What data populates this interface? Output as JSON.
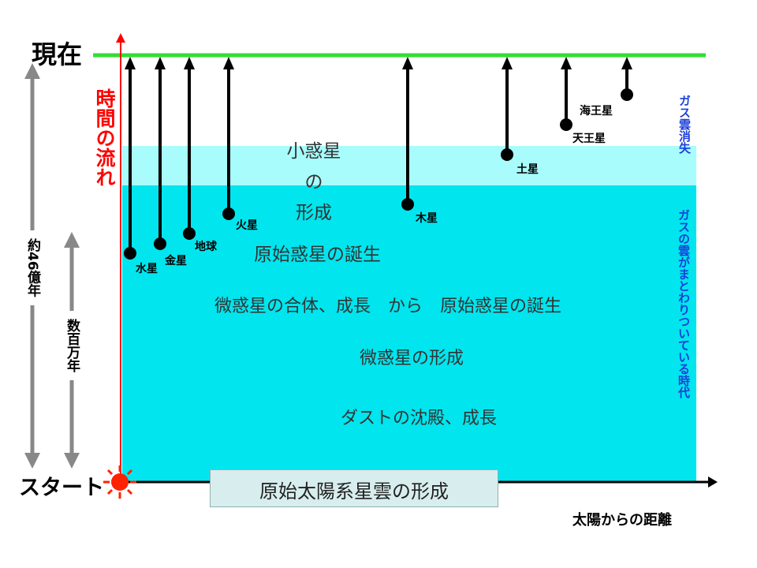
{
  "labels": {
    "present": "現在",
    "start": "スタート",
    "time_flow": "時間の流れ",
    "distance_axis": "太陽からの距離",
    "nebula": "原始太陽系星雲の形成",
    "span_long": "約46億年",
    "span_short": "数百万年",
    "gas_era": "ガスの雲がまとわりついている時代",
    "gas_gone": "ガス雲消失"
  },
  "stages": {
    "asteroid_1": "小惑星",
    "asteroid_2": "の",
    "asteroid_3": "形成",
    "proto_birth": "原始惑星の誕生",
    "merge_growth": "微惑星の合体、成長　から　原始惑星の誕生",
    "planetesimal": "微惑星の形成",
    "dust": "ダストの沈殿、成長"
  },
  "planets": [
    {
      "name": "水星"
    },
    {
      "name": "金星"
    },
    {
      "name": "地球"
    },
    {
      "name": "火星"
    },
    {
      "name": "木星"
    },
    {
      "name": "土星"
    },
    {
      "name": "天王星"
    },
    {
      "name": "海王星"
    }
  ],
  "colors": {
    "gas_region": "#00e5ee",
    "gas_fading": "#a8fcfc",
    "present_line": "#33dd33",
    "time_axis": "#ff0000",
    "text_blue": "#1b3fd8",
    "nebula_box": "#d8eded"
  }
}
